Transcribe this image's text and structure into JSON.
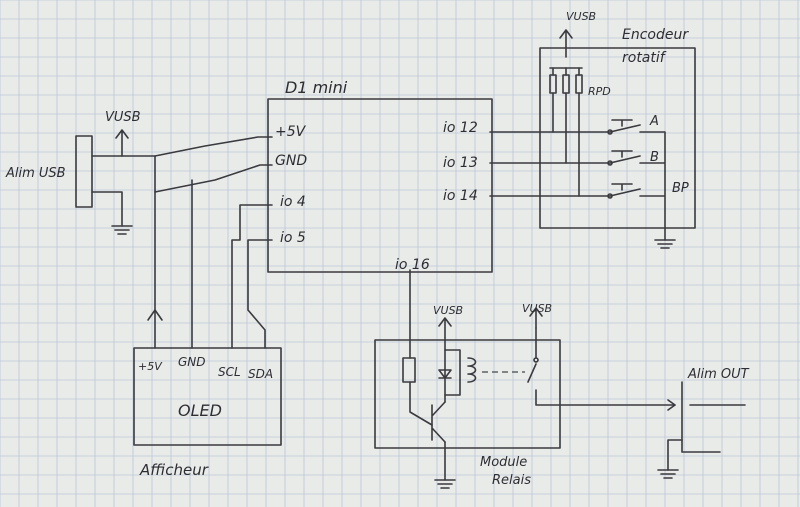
{
  "board": {
    "title": "D1 mini",
    "pins_left": [
      "+5V",
      "GND",
      "io 4",
      "io 5"
    ],
    "pins_right": [
      "io 12",
      "io 13",
      "io 14"
    ],
    "pin_bottom": "io 16"
  },
  "power": {
    "in_label": "Alim USB",
    "vusb_label": "VUSB",
    "out_label": "Alim OUT"
  },
  "encoder": {
    "vusb_label": "VUSB",
    "title_line1": "Encodeur",
    "title_line2": "rotatif",
    "resistor_label": "RPD",
    "contacts": [
      "A",
      "B",
      "BP"
    ]
  },
  "oled": {
    "pins": [
      "+5V",
      "GND",
      "SCL",
      "SDA"
    ],
    "label": "OLED",
    "caption": "Afficheur"
  },
  "relay": {
    "vusb_coil_label": "VUSB",
    "vusb_contact_label": "VUSB",
    "caption_line1": "Module",
    "caption_line2": "Relais"
  }
}
